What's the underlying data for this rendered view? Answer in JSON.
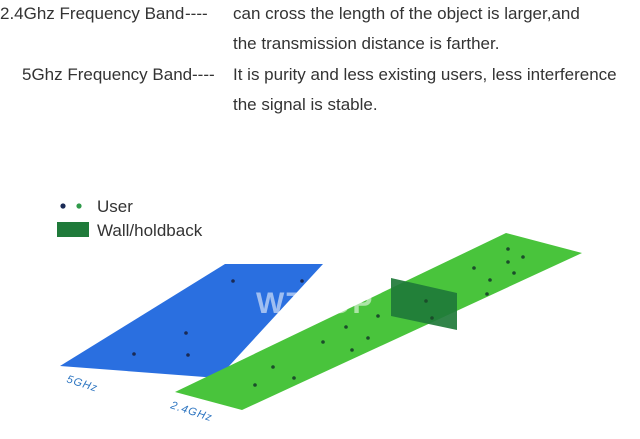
{
  "header": {
    "row1": {
      "label": "2.4Ghz Frequency Band",
      "dash": " ----",
      "desc": "can cross the length of the object is larger,and"
    },
    "row2": {
      "desc": "the transmission distance is  farther."
    },
    "row3": {
      "label": "5Ghz Frequency Band",
      "dash": "----",
      "desc": "It is purity and less existing users, less interference"
    },
    "row4": {
      "desc": "the signal is stable."
    }
  },
  "legend": {
    "user_label": "User",
    "wall_label": "Wall/holdback"
  },
  "bands": {
    "band_5g_label": "5GHz",
    "band_24g_label": "2.4GHz"
  },
  "watermark": "WTXUP",
  "colors": {
    "band_5g": "#2a6fe0",
    "band_24g": "#49c43c",
    "wall": "#1f7a3a",
    "user_dot": "#1a2a55"
  }
}
